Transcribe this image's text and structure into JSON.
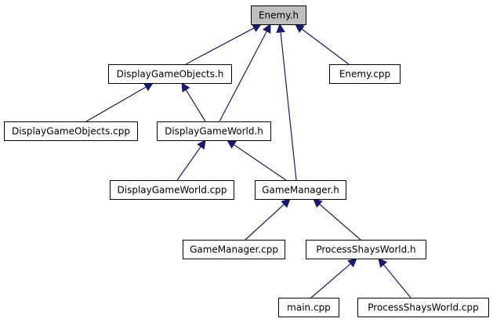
{
  "diagram": {
    "nodes": [
      {
        "id": "enemy_h",
        "label": "Enemy.h",
        "root": true
      },
      {
        "id": "dgo_h",
        "label": "DisplayGameObjects.h"
      },
      {
        "id": "enemy_cpp",
        "label": "Enemy.cpp"
      },
      {
        "id": "dgo_cpp",
        "label": "DisplayGameObjects.cpp"
      },
      {
        "id": "dgw_h",
        "label": "DisplayGameWorld.h"
      },
      {
        "id": "dgw_cpp",
        "label": "DisplayGameWorld.cpp"
      },
      {
        "id": "gm_h",
        "label": "GameManager.h"
      },
      {
        "id": "gm_cpp",
        "label": "GameManager.cpp"
      },
      {
        "id": "psw_h",
        "label": "ProcessShaysWorld.h"
      },
      {
        "id": "main_cpp",
        "label": "main.cpp"
      },
      {
        "id": "psw_cpp",
        "label": "ProcessShaysWorld.cpp"
      }
    ],
    "edges": [
      {
        "from": "dgo_h",
        "to": "enemy_h"
      },
      {
        "from": "dgw_h",
        "to": "enemy_h"
      },
      {
        "from": "gm_h",
        "to": "enemy_h"
      },
      {
        "from": "enemy_cpp",
        "to": "enemy_h"
      },
      {
        "from": "dgo_cpp",
        "to": "dgo_h"
      },
      {
        "from": "dgw_h",
        "to": "dgo_h"
      },
      {
        "from": "dgw_cpp",
        "to": "dgw_h"
      },
      {
        "from": "gm_h",
        "to": "dgw_h"
      },
      {
        "from": "gm_cpp",
        "to": "gm_h"
      },
      {
        "from": "psw_h",
        "to": "gm_h"
      },
      {
        "from": "main_cpp",
        "to": "psw_h"
      },
      {
        "from": "psw_cpp",
        "to": "psw_h"
      }
    ],
    "colors": {
      "edge": "#191970",
      "root_fill": "#bfbfbf",
      "node_fill": "#ffffff",
      "border": "#000000"
    }
  }
}
